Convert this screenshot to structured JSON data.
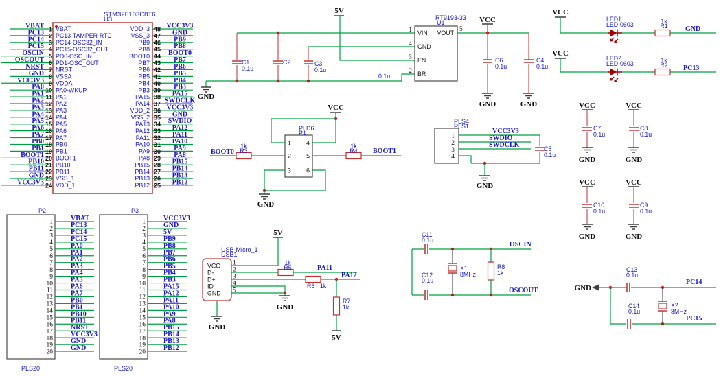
{
  "schematic": {
    "mcu": {
      "title": "STM32F103C8T6",
      "ref": "U3",
      "left_pins": [
        {
          "num": "1",
          "net": "VBAT",
          "name": "VBAT"
        },
        {
          "num": "2",
          "net": "PC13",
          "name": "PC13-TAMPER-RTC"
        },
        {
          "num": "3",
          "net": "PC14",
          "name": "PC14-OSC32_IN"
        },
        {
          "num": "4",
          "net": "PC15",
          "name": "PC15-OSC32_OUT"
        },
        {
          "num": "5",
          "net": "OSCIN",
          "name": "PD0-OSC_IN"
        },
        {
          "num": "6",
          "net": "OSCOUT",
          "name": "PD1-OSC_OUT"
        },
        {
          "num": "7",
          "net": "NRST",
          "name": "NRST"
        },
        {
          "num": "8",
          "net": "GND",
          "name": "VSSA"
        },
        {
          "num": "9",
          "net": "VCC3V3",
          "name": "VDDA"
        },
        {
          "num": "10",
          "net": "PA0",
          "name": "PA0-WKUP"
        },
        {
          "num": "11",
          "net": "PA1",
          "name": "PA1"
        },
        {
          "num": "12",
          "net": "PA2",
          "name": "PA2"
        },
        {
          "num": "13",
          "net": "PA3",
          "name": "PA3"
        },
        {
          "num": "14",
          "net": "PA4",
          "name": "PA4"
        },
        {
          "num": "15",
          "net": "PA5",
          "name": "PA5"
        },
        {
          "num": "16",
          "net": "PA6",
          "name": "PA6"
        },
        {
          "num": "17",
          "net": "PA7",
          "name": "PA7"
        },
        {
          "num": "18",
          "net": "PB0",
          "name": "PB0"
        },
        {
          "num": "19",
          "net": "PB1",
          "name": "PB1"
        },
        {
          "num": "20",
          "net": "BOOT1",
          "name": "BOOT1"
        },
        {
          "num": "21",
          "net": "PB10",
          "name": "PB10"
        },
        {
          "num": "22",
          "net": "PB11",
          "name": "PB11"
        },
        {
          "num": "23",
          "net": "GND",
          "name": "VSS_1"
        },
        {
          "num": "24",
          "net": "VCC3V3",
          "name": "VDD_1"
        }
      ],
      "right_pins": [
        {
          "num": "48",
          "net": "VCC3V3",
          "name": "VDD_3"
        },
        {
          "num": "47",
          "net": "GND",
          "name": "VSS_3"
        },
        {
          "num": "46",
          "net": "PB9",
          "name": "PB9"
        },
        {
          "num": "45",
          "net": "PB8",
          "name": "PB8"
        },
        {
          "num": "44",
          "net": "BOOT0",
          "name": "BOOT0"
        },
        {
          "num": "43",
          "net": "PB7",
          "name": "PB7"
        },
        {
          "num": "42",
          "net": "PB6",
          "name": "PB6"
        },
        {
          "num": "41",
          "net": "PB5",
          "name": "PB5"
        },
        {
          "num": "40",
          "net": "PB4",
          "name": "PB4"
        },
        {
          "num": "39",
          "net": "PB3",
          "name": "PB3"
        },
        {
          "num": "38",
          "net": "PA15",
          "name": "PA15"
        },
        {
          "num": "37",
          "net": "SWDCLK",
          "name": "PA14"
        },
        {
          "num": "36",
          "net": "VCC3V3",
          "name": "VDD_2"
        },
        {
          "num": "35",
          "net": "GND",
          "name": "VSS_2"
        },
        {
          "num": "34",
          "net": "SWDIO",
          "name": "PA13"
        },
        {
          "num": "33",
          "net": "PA12",
          "name": "PA12"
        },
        {
          "num": "32",
          "net": "PA11",
          "name": "PA11"
        },
        {
          "num": "31",
          "net": "PA10",
          "name": "PA10"
        },
        {
          "num": "30",
          "net": "PA9",
          "name": "PA9"
        },
        {
          "num": "29",
          "net": "PA8",
          "name": "PA8"
        },
        {
          "num": "28",
          "net": "PB15",
          "name": "PB15"
        },
        {
          "num": "27",
          "net": "PB14",
          "name": "PB14"
        },
        {
          "num": "26",
          "net": "PB13",
          "name": "PB13"
        },
        {
          "num": "25",
          "net": "PB12",
          "name": "PB12"
        }
      ]
    },
    "input_caps": {
      "v5": "5V",
      "gnd": "GND",
      "br_val": "0.1u",
      "caps": [
        {
          "ref": "C1",
          "val": "0.1u"
        },
        {
          "ref": "C2"
        },
        {
          "ref": "C3",
          "val": "0.1u"
        }
      ]
    },
    "regulator": {
      "part": "RT9193-33",
      "ref": "U1",
      "left_pins": [
        {
          "num": "1",
          "name": "VIN"
        },
        {
          "num": "4",
          "name": "GND"
        },
        {
          "num": "3",
          "name": "EN"
        },
        {
          "num": "2",
          "name": "BR"
        }
      ],
      "out_pin": {
        "num": "5",
        "name": "VOUT"
      },
      "vcc": "VCC",
      "caps": [
        {
          "ref": "C6",
          "val": "0.1u",
          "gnd": "GND"
        },
        {
          "ref": "C4",
          "val": "0.1u",
          "gnd": "GND"
        }
      ]
    },
    "leds": [
      {
        "vcc": "VCC",
        "ref": "LED1",
        "part": "LED-0603",
        "r_val": "1k",
        "r_ref": "R1",
        "net": "GND"
      },
      {
        "vcc": "VCC",
        "ref": "LED2",
        "part": "LED-0603",
        "r_val": "1k",
        "r_ref": "R2",
        "net": "PC13"
      }
    ],
    "boot_jumper": {
      "part": "PLD6",
      "ref": "P1",
      "vcc": "VCC",
      "gnd": "GND",
      "pin_nums": [
        "1",
        "2",
        "3",
        "4",
        "5",
        "6"
      ],
      "r3": {
        "val": "1k",
        "ref": "R3",
        "net": "BOOT0"
      },
      "r4": {
        "val": "1k",
        "ref": "R4",
        "net": "BOOT1"
      }
    },
    "swd_header": {
      "part": "PLS4",
      "ref": "PLS1",
      "pin_nums": [
        "1",
        "2",
        "3",
        "4"
      ],
      "nets": [
        "VCC3V3",
        "SWDIO",
        "SWDCLK"
      ],
      "cap": {
        "ref": "C5",
        "val": "0.1u"
      },
      "gnd": "GND"
    },
    "bypass_caps": [
      {
        "vcc": "VCC",
        "ref": "C7",
        "val": "0.1u",
        "gnd": "GND"
      },
      {
        "vcc": "VCC",
        "ref": "C8",
        "val": "0.1u",
        "gnd": "GND"
      },
      {
        "vcc": "VCC",
        "ref": "C10",
        "val": "0.1u",
        "gnd": "GND"
      },
      {
        "vcc": "VCC",
        "ref": "C9",
        "val": "0.1u",
        "gnd": "GND"
      }
    ],
    "usb": {
      "part": "USB-Micro_1",
      "ref": "USB1",
      "pins": [
        {
          "num": "1",
          "name": "VCC"
        },
        {
          "num": "2",
          "name": "D-"
        },
        {
          "num": "3",
          "name": "D+"
        },
        {
          "num": "4",
          "name": "ID"
        },
        {
          "num": "5",
          "name": "GND"
        }
      ],
      "v5_top": "5V",
      "v5_bottom": "5V",
      "gnd_mid": "GND",
      "gnd_shell": "GND",
      "r5": {
        "val": "1k",
        "ref": "R5"
      },
      "r6": {
        "ref": "R6",
        "val": "1k"
      },
      "r7": {
        "ref": "R7",
        "val": "1k"
      },
      "net_dminus": "PA11",
      "net_dplus": "PA12"
    },
    "osc_main": {
      "c11": {
        "ref": "C11",
        "val": "0.1u"
      },
      "c12": {
        "ref": "C12",
        "val": "0.1u"
      },
      "x1": {
        "ref": "X1",
        "val": "8MHz"
      },
      "r8": {
        "ref": "R8",
        "val": "1k"
      },
      "net_in": "OSCIN",
      "net_out": "OSCOUT"
    },
    "osc_rtc": {
      "gnd": "GND",
      "c13": {
        "ref": "C13",
        "val": "0.1u"
      },
      "c14": {
        "ref": "C14",
        "val": "0.1u"
      },
      "x2": {
        "ref": "X2",
        "val": "8MHz"
      },
      "net_a": "PC14",
      "net_b": "PC15"
    },
    "p2": {
      "title": "P2",
      "foot": "PLS20",
      "pins": [
        {
          "num": "1",
          "net": "VBAT"
        },
        {
          "num": "2",
          "net": "PC13"
        },
        {
          "num": "3",
          "net": "PC14"
        },
        {
          "num": "4",
          "net": "PC15"
        },
        {
          "num": "5",
          "net": "PA0"
        },
        {
          "num": "6",
          "net": "PA1"
        },
        {
          "num": "7",
          "net": "PA2"
        },
        {
          "num": "8",
          "net": "PA3"
        },
        {
          "num": "9",
          "net": "PA4"
        },
        {
          "num": "10",
          "net": "PA5"
        },
        {
          "num": "11",
          "net": "PA6"
        },
        {
          "num": "12",
          "net": "PA7"
        },
        {
          "num": "13",
          "net": "PB0"
        },
        {
          "num": "14",
          "net": "PB1"
        },
        {
          "num": "15",
          "net": "PB10"
        },
        {
          "num": "16",
          "net": "PB11"
        },
        {
          "num": "17",
          "net": "NRST"
        },
        {
          "num": "18",
          "net": "VCC3V3"
        },
        {
          "num": "19",
          "net": "GND"
        },
        {
          "num": "20",
          "net": "GND"
        }
      ]
    },
    "p3": {
      "title": "P3",
      "foot": "PLS20",
      "pins": [
        {
          "num": "1",
          "net": "VCC3V3"
        },
        {
          "num": "2",
          "net": "GND"
        },
        {
          "num": "3",
          "net": "5V"
        },
        {
          "num": "4",
          "net": "PB9"
        },
        {
          "num": "5",
          "net": "PB8"
        },
        {
          "num": "6",
          "net": "PB7"
        },
        {
          "num": "7",
          "net": "PB6"
        },
        {
          "num": "8",
          "net": "PB5"
        },
        {
          "num": "9",
          "net": "PB4"
        },
        {
          "num": "10",
          "net": "PB3"
        },
        {
          "num": "11",
          "net": "PA15"
        },
        {
          "num": "12",
          "net": "PA12"
        },
        {
          "num": "13",
          "net": "PA11"
        },
        {
          "num": "14",
          "net": "PA10"
        },
        {
          "num": "15",
          "net": "PA9"
        },
        {
          "num": "16",
          "net": "PA8"
        },
        {
          "num": "17",
          "net": "PB15"
        },
        {
          "num": "18",
          "net": "PB14"
        },
        {
          "num": "19",
          "net": "PB13"
        },
        {
          "num": "20",
          "net": "PB12"
        }
      ]
    }
  }
}
